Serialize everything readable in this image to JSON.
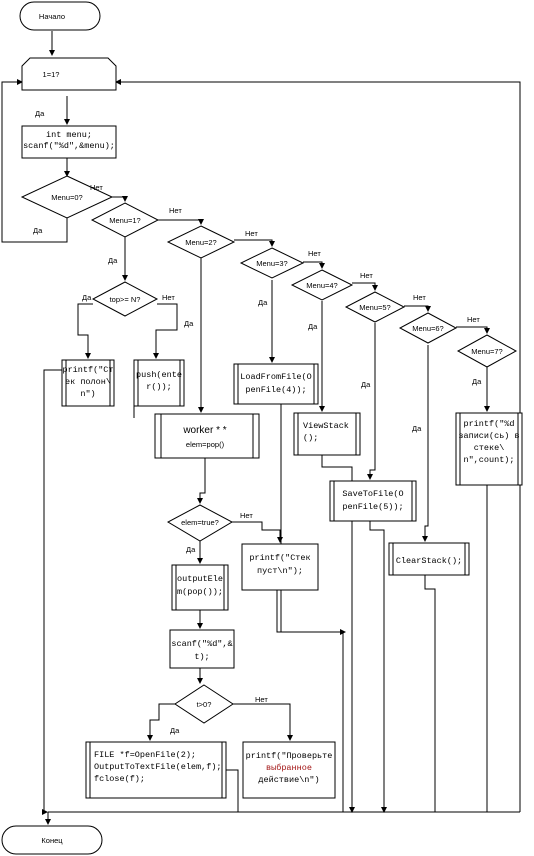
{
  "terminators": {
    "start": "Начало",
    "end": "Конец"
  },
  "loop": {
    "condition": "1=1?"
  },
  "decisions": {
    "menu0": "Menu=0?",
    "menu1": "Menu=1?",
    "menu2": "Menu=2?",
    "menu3": "Menu=3?",
    "menu4": "Menu=4?",
    "menu5": "Menu=5?",
    "menu6": "Menu=6?",
    "menu7": "Menu=7?",
    "top_full": "top>= N?",
    "elem_true": "elem=true?",
    "t_gt_0": "t>0?"
  },
  "processes": {
    "read_menu": [
      "int menu;",
      "scanf(\"%d\",&menu);"
    ],
    "print_full": [
      "printf(\"Ст",
      "ек полон\\",
      "n\")"
    ],
    "push": [
      "push(ente",
      "r());"
    ],
    "pop": [
      "worker * *",
      "elem=pop()"
    ],
    "load": [
      "LoadFromFile(O",
      "penFile(4));"
    ],
    "view": [
      "ViewStack",
      "();"
    ],
    "save": [
      "SaveToFile(O",
      "penFile(5));"
    ],
    "clear": [
      "ClearStack();"
    ],
    "count": [
      "printf(\"%d",
      "записи(сь) в",
      "стеке\\",
      "n\",count);"
    ],
    "print_empty": [
      "printf(\"Стек",
      "пуст\\n\");"
    ],
    "output_elem": [
      "outputEle",
      "m(pop());"
    ],
    "read_t": [
      "scanf(\"%d\",&",
      "t);"
    ],
    "file_out": [
      "FILE *f=OpenFile(2);",
      "OutputToTextFile(elem,f);",
      "fclose(f);"
    ],
    "check_choice": [
      "printf(\"Проверьте",
      "выбранное",
      "действие\\n\")"
    ]
  },
  "edge_labels": {
    "yes": "Да",
    "no": "Нет"
  }
}
